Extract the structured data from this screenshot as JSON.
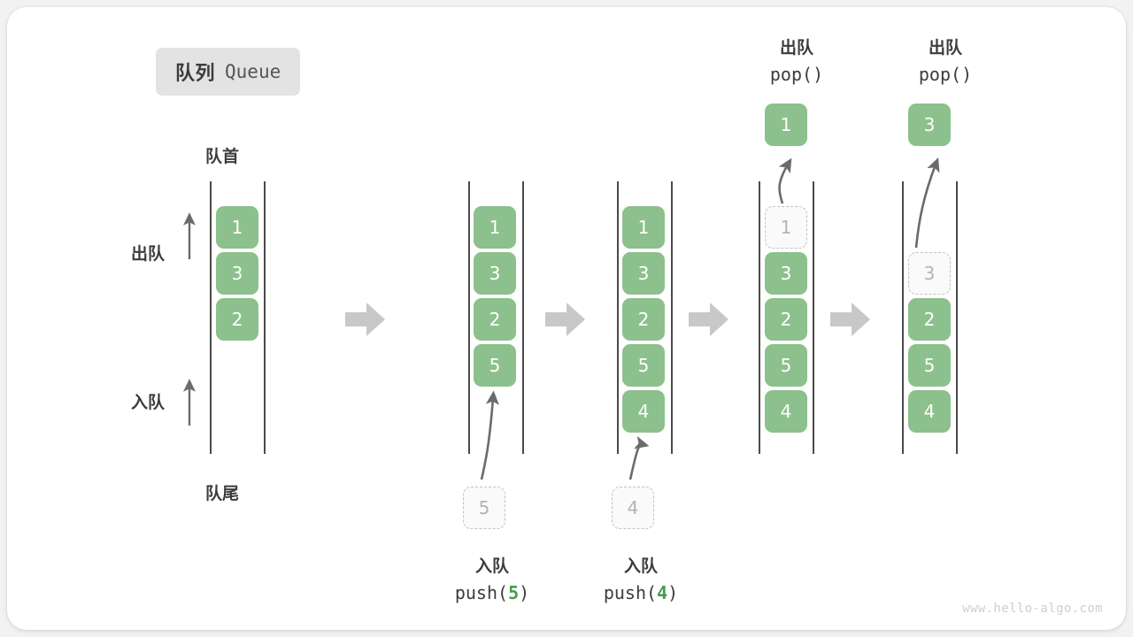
{
  "title": {
    "cn": "队列",
    "en": "Queue"
  },
  "labels": {
    "head": "队首",
    "tail": "队尾",
    "dequeue": "出队",
    "enqueue": "入队"
  },
  "colors": {
    "item_fill": "#8cc08c",
    "item_text": "#ffffff",
    "ghost_fill": "#fafafa",
    "ghost_border": "#c3c3c3",
    "ghost_text": "#b4b4b4",
    "rail": "#4a4a4a",
    "step_arrow": "#c8c8c8",
    "label_text": "#3c3c3c",
    "accent_arg": "#499b4b",
    "chip_bg": "#e3e3e3"
  },
  "stages": [
    {
      "name": "initial",
      "items": [
        "1",
        "3",
        "2"
      ],
      "ghost_top": null,
      "ghost_bottom": null,
      "popped": null,
      "operation": null
    },
    {
      "name": "push-5",
      "items": [
        "1",
        "3",
        "2",
        "5"
      ],
      "ghost_top": null,
      "ghost_bottom": "5",
      "popped": null,
      "operation": {
        "cn": "入队",
        "fn": "push(",
        "arg": "5",
        "close": ")"
      }
    },
    {
      "name": "push-4",
      "items": [
        "1",
        "3",
        "2",
        "5",
        "4"
      ],
      "ghost_top": null,
      "ghost_bottom": "4",
      "popped": null,
      "operation": {
        "cn": "入队",
        "fn": "push(",
        "arg": "4",
        "close": ")"
      }
    },
    {
      "name": "pop-1",
      "items": [
        "3",
        "2",
        "5",
        "4"
      ],
      "ghost_top": "1",
      "ghost_bottom": null,
      "popped": "1",
      "operation": {
        "cn": "出队",
        "fn": "pop(",
        "arg": "",
        "close": ")"
      }
    },
    {
      "name": "pop-3",
      "items": [
        "2",
        "5",
        "4"
      ],
      "ghost_top": "3",
      "ghost_bottom": null,
      "popped": "3",
      "operation": {
        "cn": "出队",
        "fn": "pop(",
        "arg": "",
        "close": ")"
      }
    }
  ],
  "step_arrow_count": 4,
  "watermark": "www.hello-algo.com"
}
